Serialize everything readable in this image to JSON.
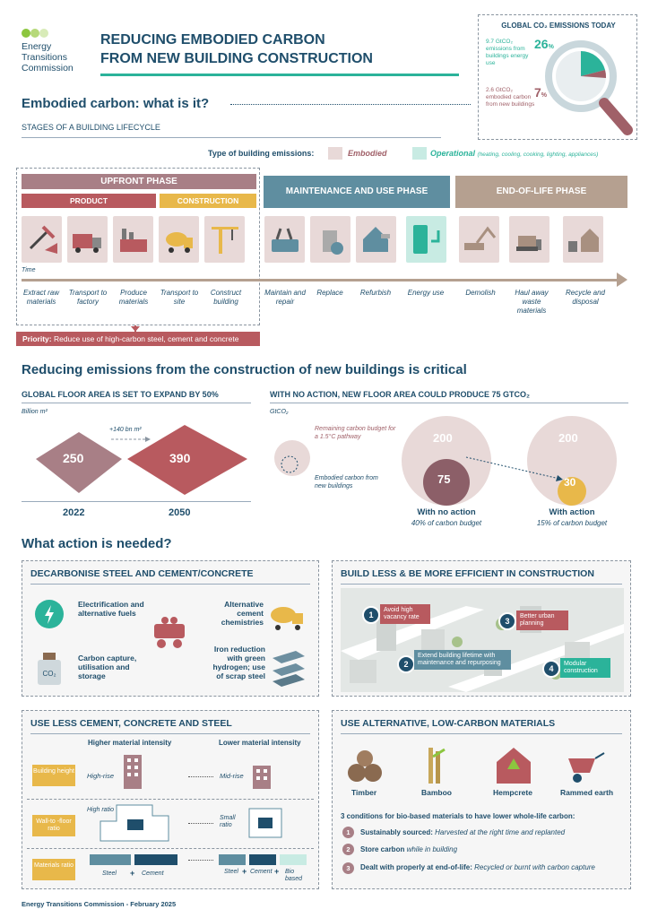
{
  "org": {
    "line1": "Energy",
    "line2": "Transitions",
    "line3": "Commission"
  },
  "title": {
    "line1": "REDUCING EMBODIED CARBON",
    "line2": "FROM NEW BUILDING CONSTRUCTION"
  },
  "global": {
    "heading": "GLOBAL CO₂ EMISSIONS TODAY",
    "op_value": "9.7 GtCO₂",
    "op_text": "emissions from buildings energy use",
    "op_pct": "26",
    "emb_value": "2.6 GtCO₂",
    "emb_text": "embodied carbon from new buildings",
    "emb_pct": "7",
    "pct_sign": "%"
  },
  "section1": {
    "title": "Embodied carbon: what is it?",
    "subtitle": "STAGES OF A BUILDING LIFECYCLE"
  },
  "legend": {
    "label": "Type of building emissions:",
    "embodied": "Embodied",
    "operational": "Operational",
    "operational_note": "(heating, cooling, cooking, lighting, appliances)"
  },
  "phases": {
    "upfront": "UPFRONT PHASE",
    "product": "PRODUCT",
    "construction": "CONSTRUCTION",
    "maintenance": "MAINTENANCE AND USE PHASE",
    "eol": "END-OF-LIFE PHASE",
    "time": "Time"
  },
  "stages": [
    {
      "label": "Extract raw materials",
      "icon": "mining-icon"
    },
    {
      "label": "Transport to factory",
      "icon": "truck-icon"
    },
    {
      "label": "Produce materials",
      "icon": "factory-icon"
    },
    {
      "label": "Transport to site",
      "icon": "cement-truck-icon"
    },
    {
      "label": "Construct building",
      "icon": "crane-icon"
    },
    {
      "label": "Maintain and repair",
      "icon": "toolbox-icon"
    },
    {
      "label": "Replace",
      "icon": "bin-icon"
    },
    {
      "label": "Refurbish",
      "icon": "house-paint-icon"
    },
    {
      "label": "Energy use",
      "icon": "plug-icon"
    },
    {
      "label": "Demolish",
      "icon": "excavator-icon"
    },
    {
      "label": "Haul away waste materials",
      "icon": "bulldozer-icon"
    },
    {
      "label": "Recycle and disposal",
      "icon": "recycle-icon"
    }
  ],
  "priority": {
    "label": "Priority:",
    "text": "Reduce use of high-carbon steel, cement and concrete"
  },
  "section2": {
    "title": "Reducing emissions from the construction of new buildings is critical"
  },
  "floor": {
    "heading": "GLOBAL FLOOR AREA IS SET TO EXPAND BY 50%",
    "unit": "Billion m²",
    "v2022": "250",
    "v2050": "390",
    "increase": "+140 bn m²",
    "y2022": "2022",
    "y2050": "2050"
  },
  "carbon": {
    "heading": "WITH NO ACTION, NEW FLOOR AREA COULD PRODUCE 75 GtCO₂",
    "unit": "GtCO₂",
    "legend_budget": "Remaining carbon budget for a 1.5°C pathway",
    "legend_emb": "Embodied carbon from new buildings",
    "noaction_budget": "200",
    "noaction_value": "75",
    "noaction_title": "With no action",
    "noaction_note": "40% of carbon budget",
    "action_budget": "200",
    "action_value": "30",
    "action_title": "With action",
    "action_note": "15% of carbon budget"
  },
  "section3": {
    "title": "What action is needed?"
  },
  "decarb": {
    "heading": "DECARBONISE STEEL AND CEMENT/CONCRETE",
    "item1": "Electrification and alternative fuels",
    "item2": "Carbon capture, utilisation and storage",
    "item3": "Alternative cement chemistries",
    "item4": "Iron reduction with green hydrogen; use of scrap steel",
    "co2": "CO₂"
  },
  "build": {
    "heading": "BUILD LESS & BE MORE EFFICIENT IN CONSTRUCTION",
    "p1": "Avoid high vacancy rate",
    "p2": "Extend building lifetime with maintenance and repurposing",
    "p3": "Better urban planning",
    "p4": "Modular construction",
    "n1": "1",
    "n2": "2",
    "n3": "3",
    "n4": "4"
  },
  "useless": {
    "heading": "USE LESS CEMENT, CONCRETE AND STEEL",
    "col_high": "Higher material intensity",
    "col_low": "Lower material intensity",
    "row1": "Building height",
    "row1_high": "High-rise",
    "row1_low": "Mid-rise",
    "row2": "Wall-to -floor ratio",
    "row2_high": "High ratio",
    "row2_low": "Small ratio",
    "row3": "Materials ratio",
    "steel": "Steel",
    "plus": "+",
    "cement": "Cement",
    "bio": "Bio based"
  },
  "alt": {
    "heading": "USE ALTERNATIVE, LOW-CARBON MATERIALS",
    "m1": "Timber",
    "m2": "Bamboo",
    "m3": "Hempcrete",
    "m4": "Rammed earth",
    "cond_title": "3 conditions for bio-based materials to have lower whole-life carbon:",
    "c1_b": "Sustainably sourced:",
    "c1": "Harvested at the right time and replanted",
    "c2_b": "Store carbon",
    "c2": "while in building",
    "c3_b": "Dealt with properly at end-of-life:",
    "c3": "Recycled or burnt with carbon capture",
    "n1": "1",
    "n2": "2",
    "n3": "3"
  },
  "footer": "Energy Transitions Commission - February 2025",
  "colors": {
    "navy": "#1f4e6b",
    "teal": "#2bb39a",
    "maroon": "#b85a5f",
    "gold": "#e8b84a",
    "phase_blue": "#5f8ea0",
    "phase_brown": "#b5a090"
  }
}
